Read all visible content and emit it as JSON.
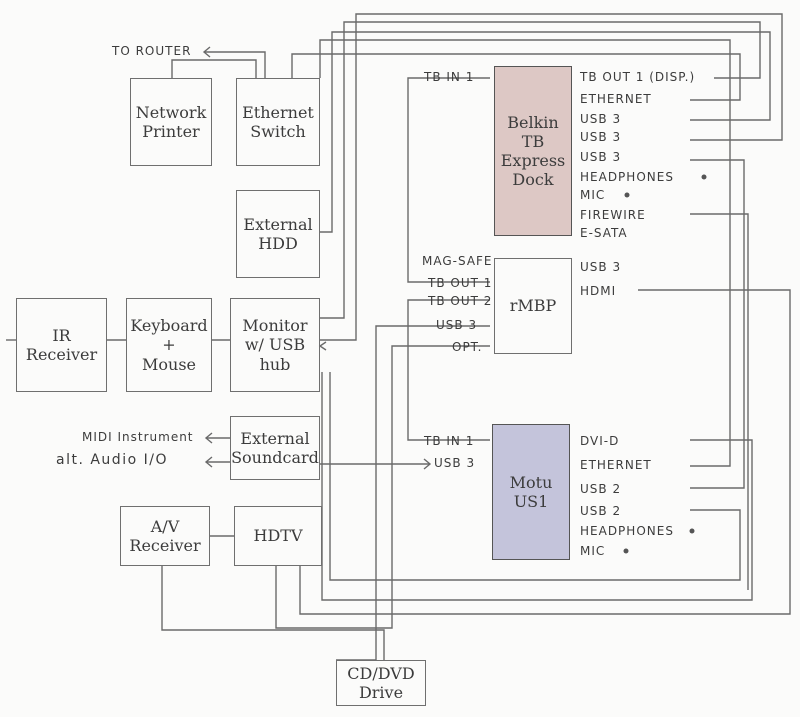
{
  "boxes": {
    "network_printer": "Network\nPrinter",
    "ethernet_switch": "Ethernet\nSwitch",
    "external_hdd": "External\nHDD",
    "ir_receiver": "IR\nReceiver",
    "keyboard_mouse": "Keyboard\n+\nMouse",
    "monitor": "Monitor\nw/ USB\nhub",
    "external_soundcard": "External\nSoundcard",
    "av_receiver": "A/V\nReceiver",
    "hdtv": "HDTV",
    "cd_dvd_drive": "CD/DVD\nDrive",
    "belkin_dock": "Belkin\nTB\nExpress\nDock",
    "rmbp": "rMBP",
    "motu": "Motu\nUS1"
  },
  "labels": {
    "to_router": "TO ROUTER",
    "midi_instrument": "MIDI Instrument",
    "alt_audio": "alt. Audio I/O"
  },
  "ports": {
    "dock_left": [
      "TB IN 1"
    ],
    "dock_right": [
      "TB OUT 1 (DISP.)",
      "ETHERNET",
      "USB 3",
      "USB 3",
      "USB 3",
      "HEADPHONES",
      "MIC",
      "FIREWIRE",
      "E-SATA"
    ],
    "rmbp_left": [
      "MAG-SAFE",
      "TB OUT 1",
      "TB OUT 2",
      "USB 3",
      "OPT."
    ],
    "rmbp_right": [
      "USB 3",
      "HDMI"
    ],
    "motu_left": [
      "TB IN 1",
      "USB 3"
    ],
    "motu_right": [
      "DVI-D",
      "ETHERNET",
      "USB 2",
      "USB 2",
      "HEADPHONES",
      "MIC"
    ]
  }
}
